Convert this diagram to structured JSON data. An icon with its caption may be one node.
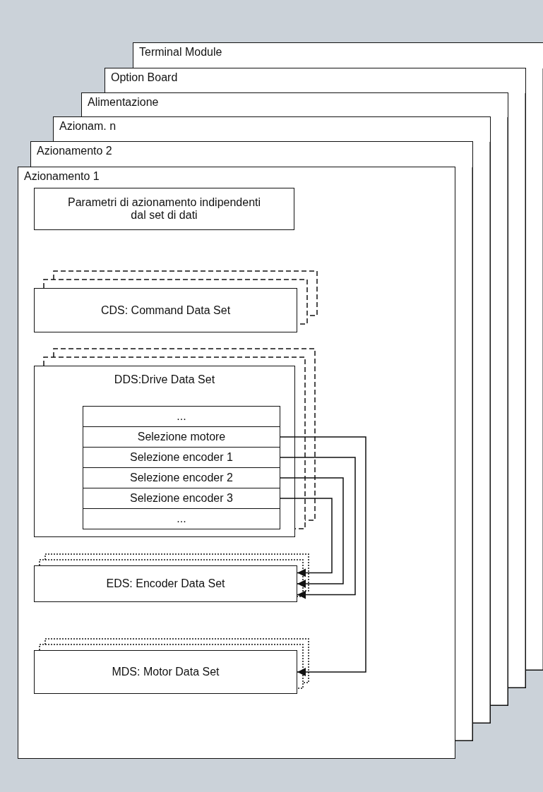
{
  "diagram": {
    "nodes": [
      {
        "text": [
          "Terminal Module"
        ]
      },
      {
        "text": [
          "Option Board"
        ]
      },
      {
        "text": [
          "Alimentazione"
        ]
      },
      {
        "text": [
          "Azionam. n"
        ]
      },
      {
        "text": [
          "Azionamento 2"
        ]
      },
      {
        "text": [
          "Azionamento 1"
        ]
      },
      {
        "text": [
          "Parametri di azionamento indipendenti dal set di dati"
        ],
        "in": 5
      },
      {
        "text": [
          "CDS: Command Data Set"
        ],
        "in": 5
      },
      {
        "text": [
          "DDS:Drive Data Set"
        ],
        "in": 5
      },
      {
        "text": [
          "..."
        ],
        "in": 8
      },
      {
        "text": [
          "Selezione motore"
        ],
        "in": 8
      },
      {
        "text": [
          "Selezione encoder 1"
        ],
        "in": 8
      },
      {
        "text": [
          "Selezione encoder 2"
        ],
        "in": 8
      },
      {
        "text": [
          "Selezione encoder 3"
        ],
        "in": 8
      },
      {
        "text": [
          "..."
        ],
        "in": 8
      },
      {
        "text": [
          "EDS: Encoder Data Set"
        ],
        "in": 5
      },
      {
        "text": [
          "MDS: Motor Data Set"
        ],
        "in": 5
      }
    ],
    "edges": [
      {
        "from": 10,
        "to": 16,
        "arrow": "to"
      },
      {
        "from": 11,
        "to": 15,
        "arrow": "to"
      },
      {
        "from": 12,
        "to": 15,
        "arrow": "to"
      },
      {
        "from": 13,
        "to": 15,
        "arrow": "to"
      }
    ]
  }
}
